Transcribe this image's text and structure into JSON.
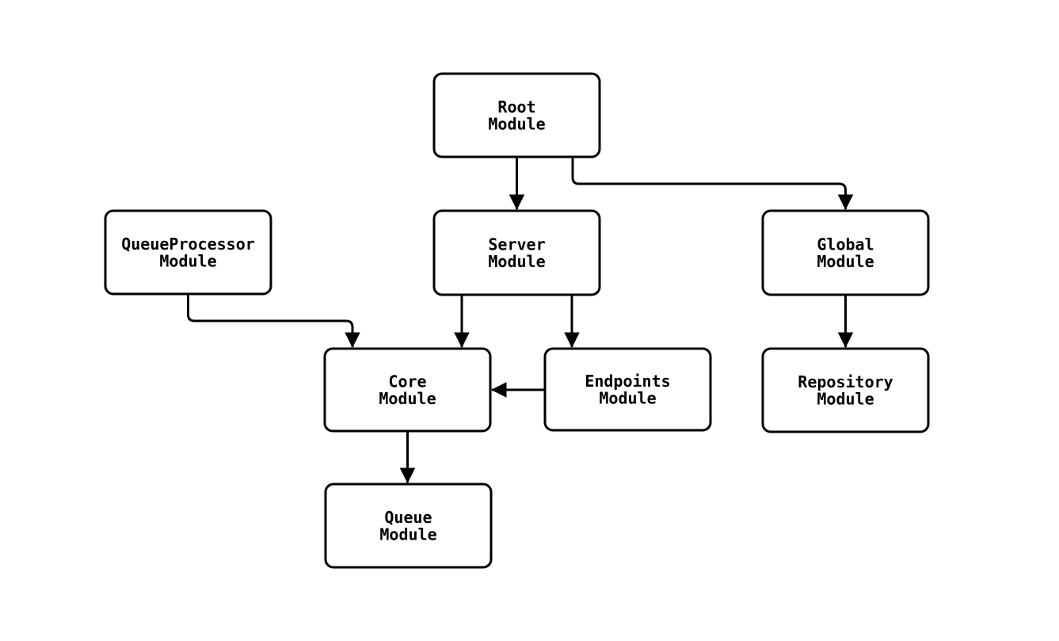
{
  "theme": {
    "background": "#ffffff",
    "node-fill": "#ffffff",
    "stroke": "#000000",
    "text": "#000000"
  },
  "diagram": {
    "type": "flowchart",
    "nodes": [
      {
        "id": "root",
        "label": "Root Module",
        "lines": [
          "Root",
          "Module"
        ]
      },
      {
        "id": "server",
        "label": "Server Module",
        "lines": [
          "Server",
          "Module"
        ]
      },
      {
        "id": "queueprocessor",
        "label": "QueueProcessor Module",
        "lines": [
          "QueueProcessor",
          "Module"
        ]
      },
      {
        "id": "global",
        "label": "Global Module",
        "lines": [
          "Global",
          "Module"
        ]
      },
      {
        "id": "core",
        "label": "Core Module",
        "lines": [
          "Core",
          "Module"
        ]
      },
      {
        "id": "endpoints",
        "label": "Endpoints Module",
        "lines": [
          "Endpoints",
          "Module"
        ]
      },
      {
        "id": "repository",
        "label": "Repository Module",
        "lines": [
          "Repository",
          "Module"
        ]
      },
      {
        "id": "queue",
        "label": "Queue Module",
        "lines": [
          "Queue",
          "Module"
        ]
      }
    ],
    "edges": [
      {
        "from": "root",
        "to": "server"
      },
      {
        "from": "root",
        "to": "global"
      },
      {
        "from": "queueprocessor",
        "to": "core"
      },
      {
        "from": "server",
        "to": "core"
      },
      {
        "from": "server",
        "to": "endpoints"
      },
      {
        "from": "endpoints",
        "to": "core"
      },
      {
        "from": "global",
        "to": "repository"
      },
      {
        "from": "core",
        "to": "queue"
      }
    ]
  }
}
